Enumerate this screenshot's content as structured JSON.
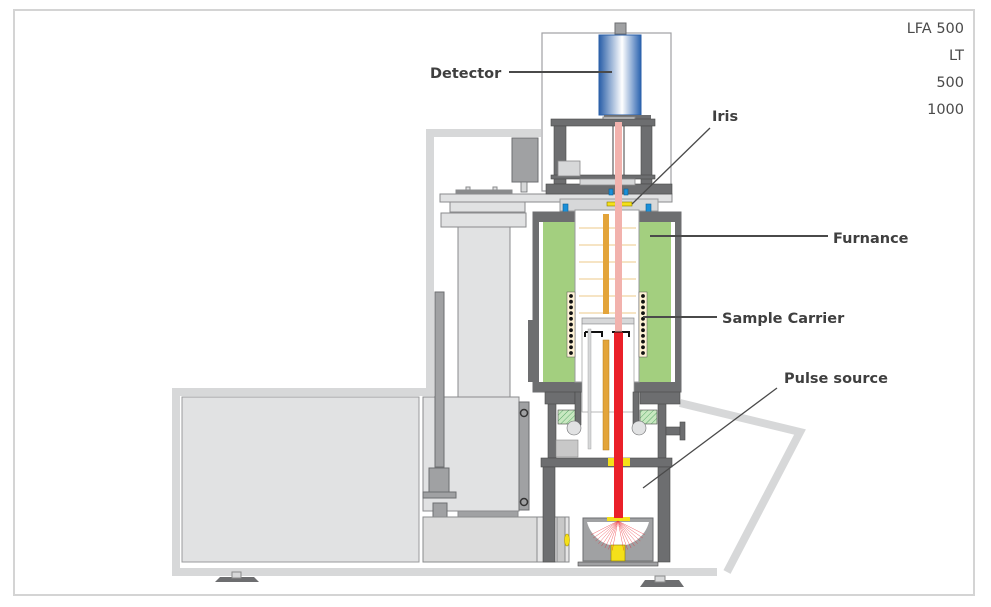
{
  "diagram": {
    "title": "LFA schematic cross-section",
    "model_list": [
      "LFA 500",
      "LT",
      "500",
      "1000"
    ],
    "labels": {
      "detector": "Detector",
      "iris": "Iris",
      "furnace": "Furnance",
      "sample_carrier": "Sample Carrier",
      "pulse_source": "Pulse source"
    },
    "colors": {
      "frame_gray": "#d7d8d9",
      "dark_gray": "#6d6e70",
      "mid_gray": "#a0a1a3",
      "light_gray": "#e1e2e3",
      "furnace_green": "#a3cf7f",
      "detector_blue": "#2f6fb8",
      "seal_blue": "#1a8fd8",
      "sample_orange": "#e3a43a",
      "beam_pink": "#f2b2ad",
      "beam_red": "#ea2029",
      "iris_yellow": "#f4e01a",
      "label_text": "#3f3f3f"
    }
  }
}
